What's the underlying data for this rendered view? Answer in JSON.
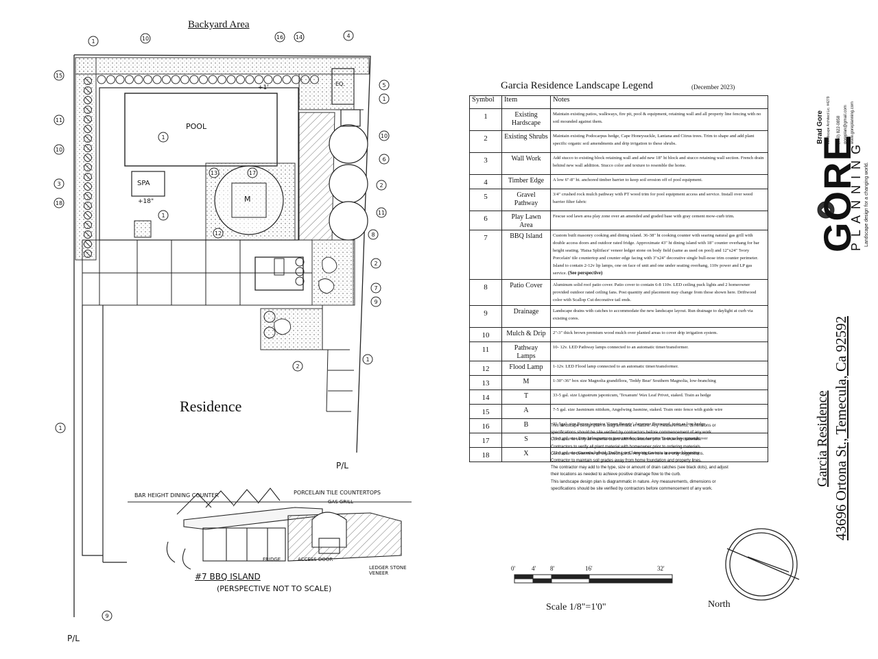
{
  "plan": {
    "title": "Backyard Area",
    "residence_label": "Residence",
    "pool_label": "POOL",
    "spa_label": "SPA",
    "eq_label": "EQ.",
    "m_label": "M",
    "spa_height": "+18\"",
    "top_height": "+1'",
    "pl_labels": [
      "P/L",
      "P/L"
    ],
    "callouts": [
      "1",
      "10",
      "16",
      "14",
      "4",
      "15",
      "5",
      "1",
      "11",
      "10",
      "6",
      "10",
      "3",
      "18",
      "1",
      "13",
      "17",
      "12",
      "1",
      "2",
      "11",
      "8",
      "2",
      "7",
      "9",
      "1",
      "2",
      "1",
      "9"
    ]
  },
  "bbq_sketch": {
    "labels": {
      "bar": "BAR HEIGHT DINING COUNTER",
      "porcelain": "PORCELAIN TILE COUNTERTOPS",
      "gas": "GAS GRILL",
      "fridge": "FRIDGE",
      "access": "ACCESS DOOR",
      "ledger": "LEDGER STONE VENEER"
    },
    "caption1": "#7 BBQ ISLAND",
    "caption2": "(PERSPECTIVE NOT TO SCALE)"
  },
  "scale": {
    "ticks": [
      "0'",
      "4'",
      "8'",
      "16'",
      "32'"
    ],
    "label": "Scale 1/8\"=1'0\"",
    "north": "North"
  },
  "legend": {
    "title": "Garcia Residence Landscape Legend",
    "date": "(December 2023)",
    "headers": [
      "Symbol",
      "Item",
      "Notes"
    ],
    "rows": [
      {
        "symbol": "1",
        "item": "Existing Hardscape",
        "notes": "Maintain existing patios, walkways, fire pit, pool & equipment, retaining wall and all property line fencing with no soil mounded against them."
      },
      {
        "symbol": "2",
        "item": "Existing Shrubs",
        "notes": "Maintain existing Podocarpus hedge, Cape Honeysuckle, Lantana and Citrus trees. Trim to shape and add plant specific organic soil amendments and drip irrigation to these shrubs."
      },
      {
        "symbol": "3",
        "item": "Wall Work",
        "notes": "Add stucco to existing block retaining wall and add new 18\" ht block and stucco retaining wall section. French drain behind new wall addition. Stucco color and texture to resemble the home."
      },
      {
        "symbol": "4",
        "item": "Timber Edge",
        "notes": "A low 6\"-8\" ht. anchored timber barrier to keep soil erosion off of pool equipment."
      },
      {
        "symbol": "5",
        "item": "Gravel Pathway",
        "notes": "3/4\" crushed rock mulch pathway with PT wood trim for pool equipment access and service. Install over weed barrier filter fabric"
      },
      {
        "symbol": "6",
        "item": "Play Lawn Area",
        "notes": "Fescue sod lawn area play zone over an amended and graded base with gray cement mow-curb trim."
      },
      {
        "symbol": "7",
        "item": "BBQ Island",
        "notes": "Custom built masonry cooking and dining island. 36-38\" ht cooking counter with searing natural gas grill with double access doors and outdoor rated fridge. Approximate 43\" ht dining island with 18\" counter overhang for bar height seating. 'Haisa Splitface' veneer ledger stone on body field (same as used on pool) and 12\"x24\" 'Ivory Porcelain' tile countertop and counter edge facing with 3\"x24\" decorative single bull-nose trim counter perimeter. Island to contain 2-12v lip lamps, one on face of unit and one under seating overhang, 110v power and LP gas service.",
        "notes_emph": "(See perspective)"
      },
      {
        "symbol": "8",
        "item": "Patio Cover",
        "notes": "Aluminum solid roof patio cover. Patio cover to contain 6-8 110v. LED ceiling puck lights and 2 homeowner provided outdoor rated ceiling fans. Post quantity and placement may change from those shown here. Driftwood color with Scallop Cut decorative tail ends."
      },
      {
        "symbol": "9",
        "item": "Drainage",
        "notes": "Landscape drains with catches to accommodate the new landscape layout. Run drainage to daylight at curb via existing cores."
      },
      {
        "symbol": "10",
        "item": "Mulch & Drip",
        "notes": "2\"-3\" thick brown premium wood mulch over planted areas to cover drip irrigation system."
      },
      {
        "symbol": "11",
        "item": "Pathway Lamps",
        "notes": "10- 12v. LED Pathway lamps connected to an automatic timer/transformer."
      },
      {
        "symbol": "12",
        "item": "Flood Lamp",
        "notes": "1-12v. LED Flood lamp connected to an automatic timer/transformer."
      },
      {
        "symbol": "13",
        "item": "M",
        "notes": "1-30\"-36\" box size Magnolia grandiflora, 'Teddy Bear' Southern Magnolia, low-branching"
      },
      {
        "symbol": "14",
        "item": "T",
        "notes": "33-5 gal. size Ligustrum japonicum, 'Texanum' Wax Leaf Privet, staked. Train as hedge"
      },
      {
        "symbol": "15",
        "item": "A",
        "notes": "7-5 gal. size Jasminum nitidum, Angelwing Jasmine, staked. Train onto fence with guide wire"
      },
      {
        "symbol": "16",
        "item": "B",
        "notes": "21-5gal. size Buxus japonica 'Green Beauty', Japanese Boxwood, train as low hedge"
      },
      {
        "symbol": "17",
        "item": "S",
        "notes": "16-1 gal. size Tratchelospermum jasminoides, Star Jasmine Train as low groundcover"
      },
      {
        "symbol": "18",
        "item": "X",
        "notes": "22-1 gal. size Gazania hybrid, Trailing or Clumping Gazania in orange blooming"
      }
    ],
    "disclaimer": [
      "This landscape design plan is diagrammatic in nature. Any measurements, dimensions or",
      "specifications should be site verified by contractors before commencement of any work.",
      "Contractor to verify all material colors with homeowner prior to ordering materials.",
      "Contractors to verify all plant material with homeowner prior to ordering materials.",
      "Contractor to determine all expansion joints. Any shown here are only suggestions.",
      "Contractor to maintain soil grades away from home foundation and property lines.",
      "The contractor may add to the type, size or amount of drain catches (see black dots), and adjust",
      "their locations as needed to achieve positive drainage flow to the curb.",
      "This landscape design plan is diagrammatic in nature. Any measurements, dimensions or",
      "specifications should be site verified by contractors before commencement of any work."
    ]
  },
  "brand": {
    "logo": "GORE",
    "planning": "PLANNING",
    "tagline": "Landscape design for a changing world.",
    "name": "Brad Gore",
    "credentials": "Landscape Architect Lic. #4279",
    "phone": "(760) 822-0858",
    "email": "goreplan@gmail.com",
    "web": "www.goreplanning.com"
  },
  "project": {
    "name": "Garcia Residence",
    "address": "43696 Ortona St., Temecula, Ca 92592"
  }
}
